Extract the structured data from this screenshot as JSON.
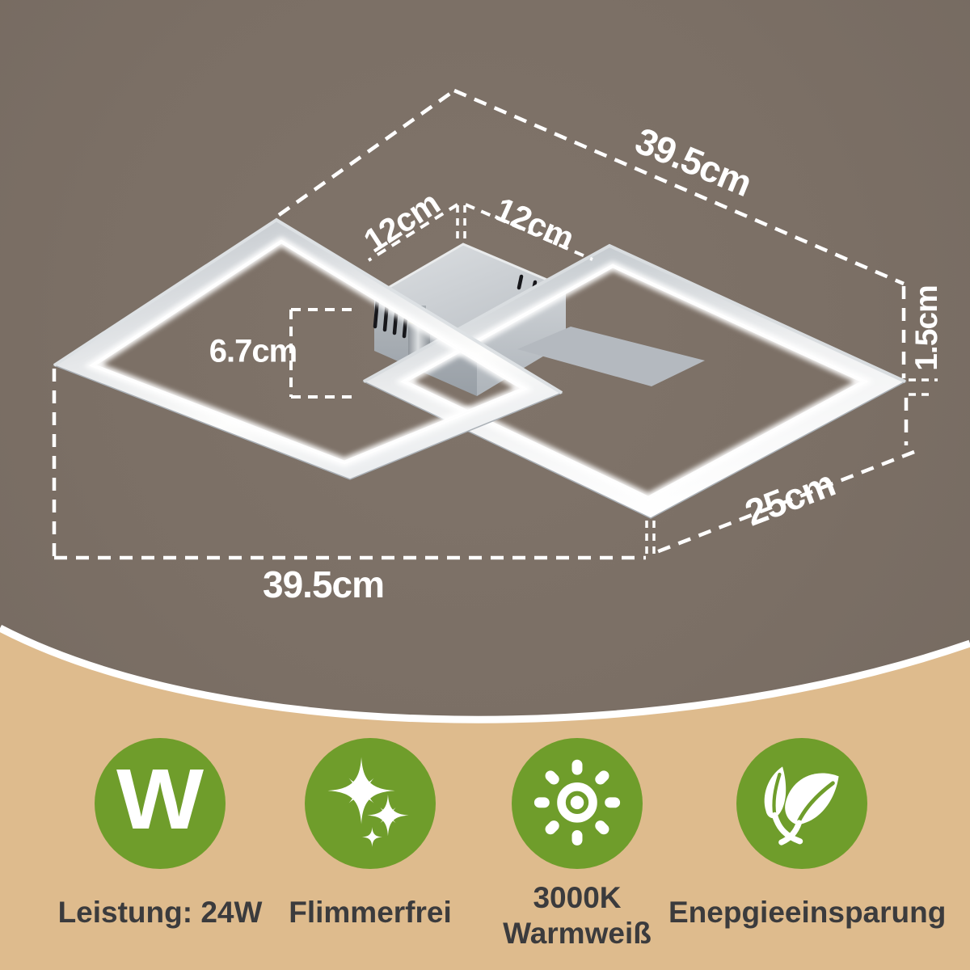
{
  "image_type": "product-dimension-diagram",
  "colors": {
    "background_top": "#7b6f65",
    "background_bottom": "#debb8d",
    "divider": "#ffffff",
    "badge_green": "#6f9d2b",
    "label_white": "#ffffff",
    "label_dark": "#3b3b3d"
  },
  "diagram": {
    "subject": "led-ceiling-lamp-two-crossed-square-frames",
    "labels": {
      "width_top": "39.5cm",
      "canopy_left": "12cm",
      "canopy_right": "12cm",
      "canopy_depth": "6.7cm",
      "profile_height": "1.5cm",
      "inner_frame_width": "25cm",
      "width_bottom": "39.5cm"
    }
  },
  "features": {
    "items": [
      {
        "icon": "wattage-w",
        "badge_letter": "W",
        "label": "Leistung: 24W"
      },
      {
        "icon": "sparkle",
        "label": "Flimmerfrei"
      },
      {
        "icon": "sun",
        "label": "3000K",
        "label2": "Warmweiß"
      },
      {
        "icon": "leaf",
        "label": "Enepgieeinsparung"
      }
    ]
  }
}
